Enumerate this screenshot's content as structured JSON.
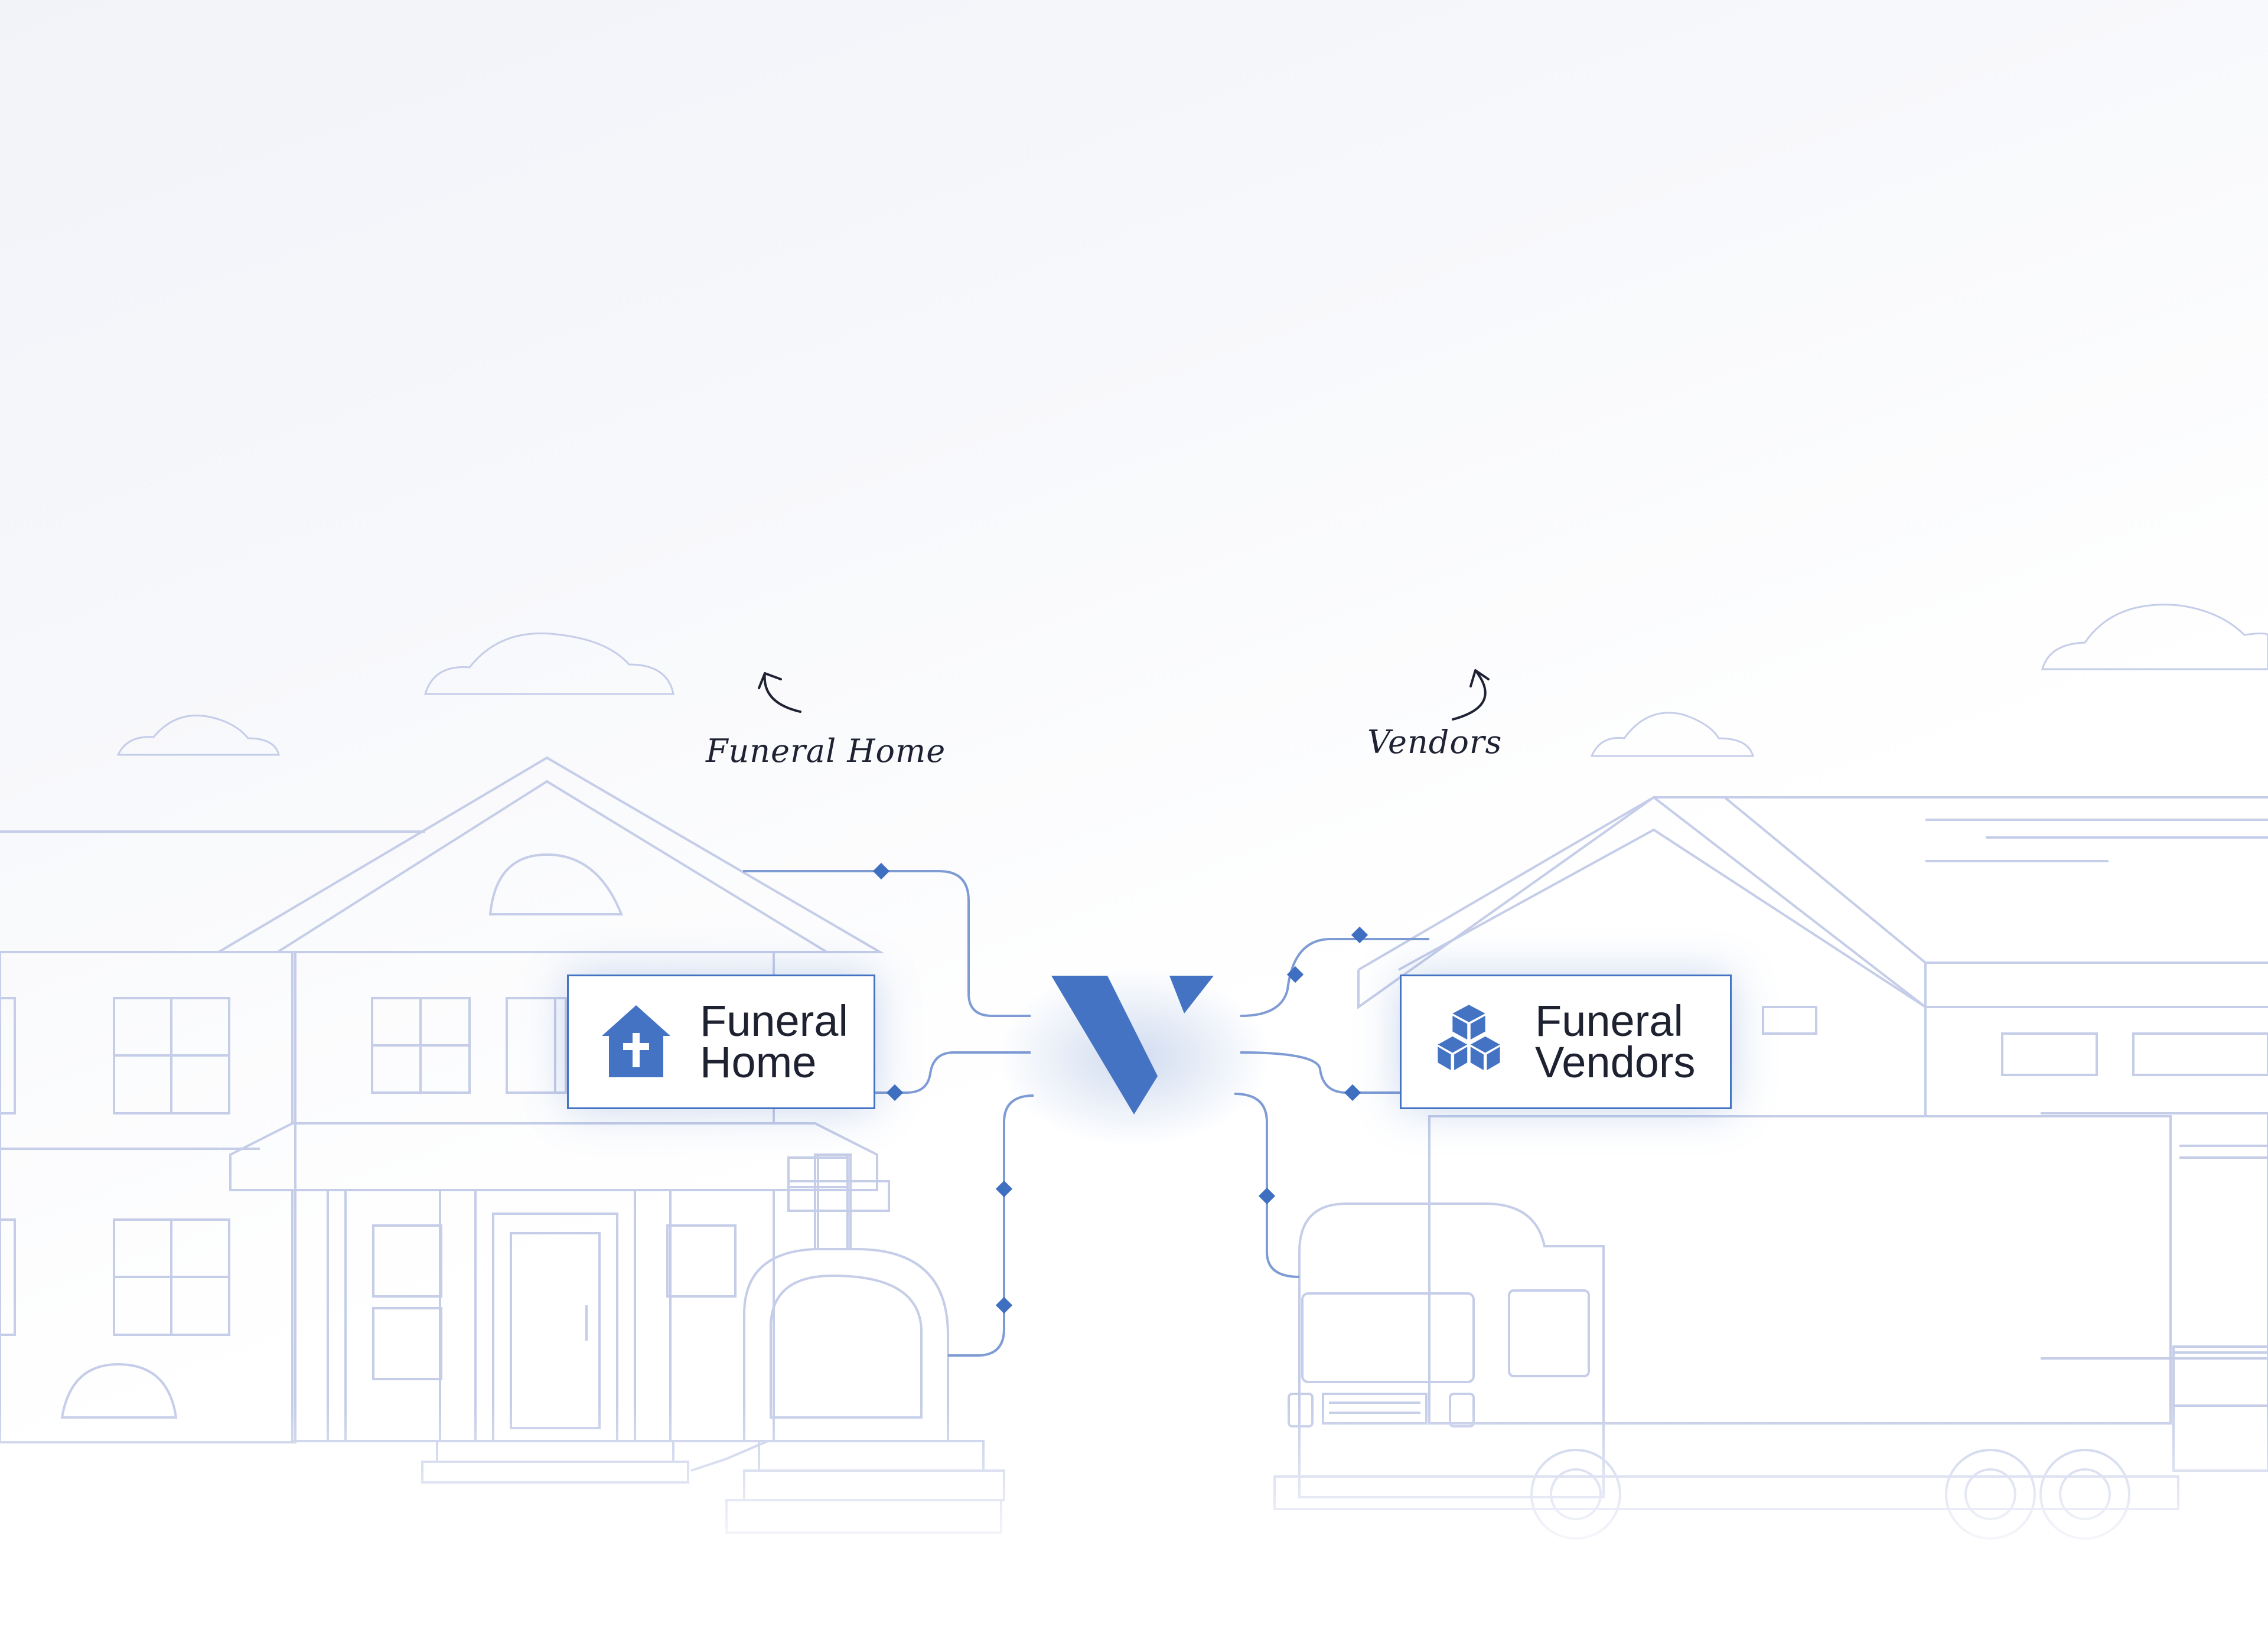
{
  "annotations": {
    "home_label": "Funeral Home",
    "vendors_label": "Vendors"
  },
  "cards": {
    "home": {
      "text": "Funeral\nHome",
      "icon": "house-cross-icon"
    },
    "vendors": {
      "text": "Funeral\nVendors",
      "icon": "stacked-boxes-icon"
    }
  },
  "logo": {
    "name": "v-logo-icon"
  },
  "colors": {
    "accent": "#4573c3",
    "line": "#c5cde8",
    "connector": "#3f6fc0",
    "text": "#1d2130"
  }
}
